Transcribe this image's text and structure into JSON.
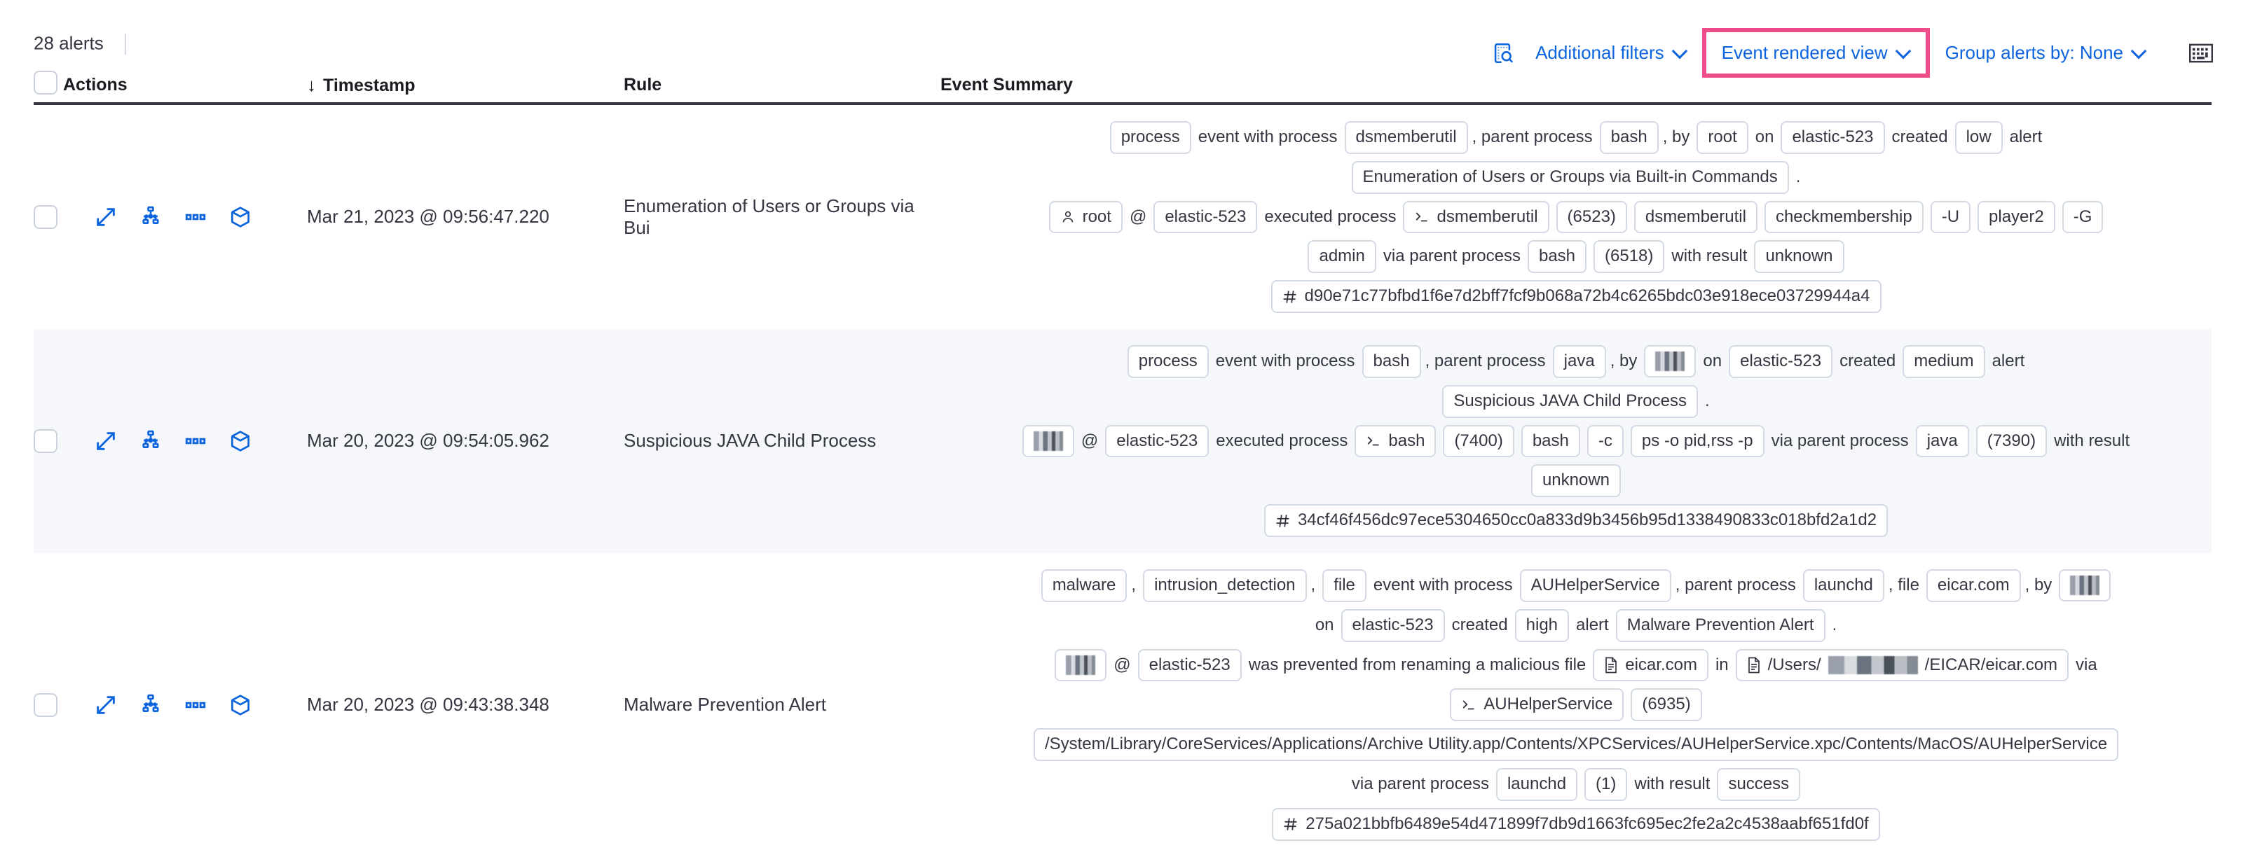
{
  "toolbar": {
    "alerts_count": "28 alerts",
    "inspect_icon": "inspect-icon",
    "additional_filters": "Additional filters",
    "event_rendered_view": "Event rendered view",
    "group_alerts_by": "Group alerts by: None",
    "keyboard_icon": "keyboard-icon",
    "highlight_color": "#EE4C8B",
    "link_color": "#0B64DD"
  },
  "table": {
    "columns": {
      "actions": "Actions",
      "timestamp": "Timestamp",
      "rule": "Rule",
      "event_summary": "Event Summary",
      "sort_arrow": "↓"
    },
    "row_actions": [
      "expand-icon",
      "analyze-event-icon",
      "more-actions-icon",
      "session-view-icon"
    ],
    "rows": [
      {
        "timestamp": "Mar 21, 2023 @ 09:56:47.220",
        "rule": "Enumeration of Users or Groups via Bui",
        "striped": false,
        "summary": [
          [
            {
              "t": "chip",
              "v": "process"
            },
            {
              "t": "text",
              "v": "event with process"
            },
            {
              "t": "chip",
              "v": "dsmemberutil"
            },
            {
              "t": "punct",
              "v": ", parent process"
            },
            {
              "t": "chip",
              "v": "bash"
            },
            {
              "t": "punct",
              "v": ", by"
            },
            {
              "t": "chip",
              "v": "root"
            },
            {
              "t": "text",
              "v": "on"
            },
            {
              "t": "chip",
              "v": "elastic-523"
            },
            {
              "t": "text",
              "v": "created"
            },
            {
              "t": "chip",
              "v": "low"
            },
            {
              "t": "text",
              "v": "alert"
            }
          ],
          [
            {
              "t": "chip",
              "v": "Enumeration of Users or Groups via Built-in Commands"
            },
            {
              "t": "text",
              "v": "."
            }
          ],
          [
            {
              "t": "chip",
              "v": "root",
              "icon": "user-icon"
            },
            {
              "t": "text",
              "v": "@"
            },
            {
              "t": "chip",
              "v": "elastic-523"
            },
            {
              "t": "text",
              "v": "executed process"
            },
            {
              "t": "chip",
              "v": "dsmemberutil",
              "icon": "console-icon"
            },
            {
              "t": "chip",
              "v": "(6523)"
            },
            {
              "t": "chip",
              "v": "dsmemberutil"
            },
            {
              "t": "chip",
              "v": "checkmembership"
            },
            {
              "t": "chip",
              "v": "-U"
            },
            {
              "t": "chip",
              "v": "player2"
            },
            {
              "t": "chip",
              "v": "-G"
            }
          ],
          [
            {
              "t": "chip",
              "v": "admin"
            },
            {
              "t": "text",
              "v": "via parent process"
            },
            {
              "t": "chip",
              "v": "bash"
            },
            {
              "t": "chip",
              "v": "(6518)"
            },
            {
              "t": "text",
              "v": "with result"
            },
            {
              "t": "chip",
              "v": "unknown"
            }
          ],
          [
            {
              "t": "chip",
              "v": "d90e71c77bfbd1f6e7d2bff7fcf9b068a72b4c6265bdc03e918ece03729944a4",
              "icon": "hash-icon"
            }
          ]
        ]
      },
      {
        "timestamp": "Mar 20, 2023 @ 09:54:05.962",
        "rule": "Suspicious JAVA Child Process",
        "striped": true,
        "summary": [
          [
            {
              "t": "chip",
              "v": "process"
            },
            {
              "t": "text",
              "v": "event with process"
            },
            {
              "t": "chip",
              "v": "bash"
            },
            {
              "t": "punct",
              "v": ", parent process"
            },
            {
              "t": "chip",
              "v": "java"
            },
            {
              "t": "punct",
              "v": ", by"
            },
            {
              "t": "chip",
              "v": "",
              "redact": "narrow"
            },
            {
              "t": "text",
              "v": "on"
            },
            {
              "t": "chip",
              "v": "elastic-523"
            },
            {
              "t": "text",
              "v": "created"
            },
            {
              "t": "chip",
              "v": "medium"
            },
            {
              "t": "text",
              "v": "alert"
            }
          ],
          [
            {
              "t": "chip",
              "v": "Suspicious JAVA Child Process"
            },
            {
              "t": "text",
              "v": "."
            }
          ],
          [
            {
              "t": "chip",
              "v": "",
              "redact": "narrow"
            },
            {
              "t": "text",
              "v": "@"
            },
            {
              "t": "chip",
              "v": "elastic-523"
            },
            {
              "t": "text",
              "v": "executed process"
            },
            {
              "t": "chip",
              "v": "bash",
              "icon": "console-icon"
            },
            {
              "t": "chip",
              "v": "(7400)"
            },
            {
              "t": "chip",
              "v": "bash"
            },
            {
              "t": "chip",
              "v": "-c"
            },
            {
              "t": "chip",
              "v": "ps -o pid,rss -p"
            },
            {
              "t": "text",
              "v": "via parent process"
            },
            {
              "t": "chip",
              "v": "java"
            },
            {
              "t": "chip",
              "v": "(7390)"
            },
            {
              "t": "text",
              "v": "with result"
            }
          ],
          [
            {
              "t": "chip",
              "v": "unknown"
            }
          ],
          [
            {
              "t": "chip",
              "v": "34cf46f456dc97ece5304650cc0a833d9b3456b95d1338490833c018bfd2a1d2",
              "icon": "hash-icon"
            }
          ]
        ]
      },
      {
        "timestamp": "Mar 20, 2023 @ 09:43:38.348",
        "rule": "Malware Prevention Alert",
        "striped": false,
        "summary": [
          [
            {
              "t": "chip",
              "v": "malware"
            },
            {
              "t": "punct",
              "v": ","
            },
            {
              "t": "chip",
              "v": "intrusion_detection"
            },
            {
              "t": "punct",
              "v": ","
            },
            {
              "t": "chip",
              "v": "file"
            },
            {
              "t": "text",
              "v": "event with process"
            },
            {
              "t": "chip",
              "v": "AUHelperService"
            },
            {
              "t": "punct",
              "v": ", parent process"
            },
            {
              "t": "chip",
              "v": "launchd"
            },
            {
              "t": "punct",
              "v": ", file"
            },
            {
              "t": "chip",
              "v": "eicar.com"
            },
            {
              "t": "punct",
              "v": ", by"
            },
            {
              "t": "chip",
              "v": "",
              "redact": "narrow"
            }
          ],
          [
            {
              "t": "text",
              "v": "on"
            },
            {
              "t": "chip",
              "v": "elastic-523"
            },
            {
              "t": "text",
              "v": "created"
            },
            {
              "t": "chip",
              "v": "high"
            },
            {
              "t": "text",
              "v": "alert"
            },
            {
              "t": "chip",
              "v": "Malware Prevention Alert"
            },
            {
              "t": "text",
              "v": "."
            }
          ],
          [
            {
              "t": "chip",
              "v": "",
              "redact": "narrow"
            },
            {
              "t": "text",
              "v": "@"
            },
            {
              "t": "chip",
              "v": "elastic-523"
            },
            {
              "t": "text",
              "v": "was prevented from renaming a malicious file"
            },
            {
              "t": "chip",
              "v": "eicar.com",
              "icon": "file-icon"
            },
            {
              "t": "text",
              "v": "in"
            },
            {
              "t": "chip",
              "v": "/Users/|/EICAR/eicar.com",
              "icon": "file-icon",
              "redact": "inline"
            },
            {
              "t": "text",
              "v": "via"
            }
          ],
          [
            {
              "t": "chip",
              "v": "AUHelperService",
              "icon": "console-icon"
            },
            {
              "t": "chip",
              "v": "(6935)"
            }
          ],
          [
            {
              "t": "chip",
              "v": "/System/Library/CoreServices/Applications/Archive Utility.app/Contents/XPCServices/AUHelperService.xpc/Contents/MacOS/AUHelperService"
            }
          ],
          [
            {
              "t": "text",
              "v": "via parent process"
            },
            {
              "t": "chip",
              "v": "launchd"
            },
            {
              "t": "chip",
              "v": "(1)"
            },
            {
              "t": "text",
              "v": "with result"
            },
            {
              "t": "chip",
              "v": "success"
            }
          ],
          [
            {
              "t": "chip",
              "v": "275a021bbfb6489e54d471899f7db9d1663fc695ec2fe2a2c4538aabf651fd0f",
              "icon": "hash-icon"
            }
          ]
        ]
      }
    ]
  }
}
